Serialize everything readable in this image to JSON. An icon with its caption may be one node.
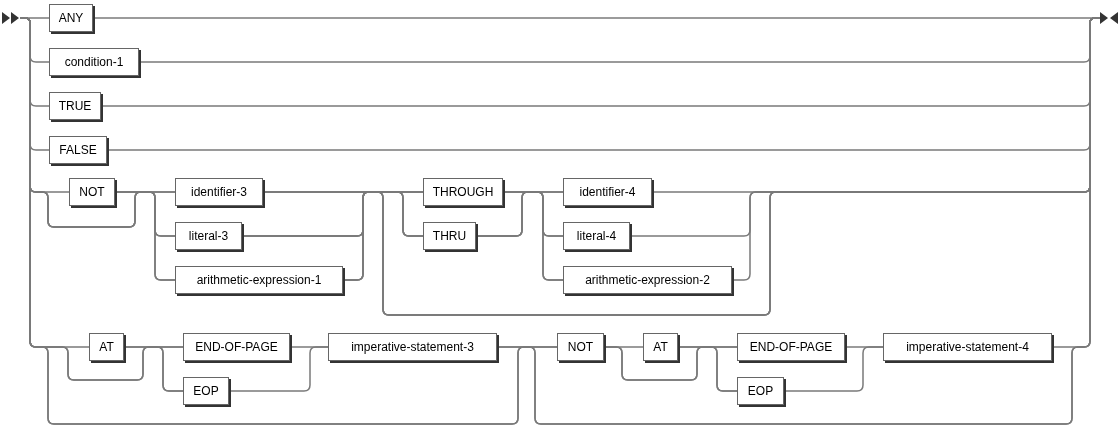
{
  "diagram": {
    "nodes": [
      {
        "text": [],
        "shape": "triangle"
      },
      {
        "text": [
          "ANY"
        ]
      },
      {
        "text": [
          "condition-1"
        ]
      },
      {
        "text": [
          "TRUE"
        ]
      },
      {
        "text": [
          "FALSE"
        ]
      },
      {
        "text": [
          "NOT"
        ]
      },
      {
        "text": [
          "identifier-3"
        ]
      },
      {
        "text": [
          "literal-3"
        ]
      },
      {
        "text": [
          "arithmetic-expression-1"
        ]
      },
      {
        "text": [
          "THROUGH"
        ]
      },
      {
        "text": [
          "THRU"
        ]
      },
      {
        "text": [
          "identifier-4"
        ]
      },
      {
        "text": [
          "literal-4"
        ]
      },
      {
        "text": [
          "arithmetic-expression-2"
        ]
      },
      {
        "text": [
          "AT"
        ]
      },
      {
        "text": [
          "END-OF-PAGE"
        ]
      },
      {
        "text": [
          "EOP"
        ]
      },
      {
        "text": [
          "imperative-statement-3"
        ]
      },
      {
        "text": [
          "NOT"
        ]
      },
      {
        "text": [
          "AT"
        ]
      },
      {
        "text": [
          "END-OF-PAGE"
        ]
      },
      {
        "text": [
          "EOP"
        ]
      },
      {
        "text": [
          "imperative-statement-4"
        ]
      },
      {
        "text": [],
        "shape": "triangle"
      }
    ],
    "edges": [
      {
        "from": 0,
        "to": 1,
        "arrow": "none"
      },
      {
        "from": 0,
        "to": 2,
        "arrow": "none"
      },
      {
        "from": 0,
        "to": 3,
        "arrow": "none"
      },
      {
        "from": 0,
        "to": 4,
        "arrow": "none"
      },
      {
        "from": 1,
        "to": 23,
        "arrow": "none"
      },
      {
        "from": 2,
        "to": 23,
        "arrow": "none"
      },
      {
        "from": 3,
        "to": 23,
        "arrow": "none"
      },
      {
        "from": 4,
        "to": 23,
        "arrow": "none"
      },
      {
        "from": 0,
        "to": 5,
        "arrow": "none"
      },
      {
        "from": 0,
        "to": 6,
        "arrow": "none"
      },
      {
        "from": 0,
        "to": 7,
        "arrow": "none"
      },
      {
        "from": 0,
        "to": 8,
        "arrow": "none"
      },
      {
        "from": 5,
        "to": 6,
        "arrow": "none"
      },
      {
        "from": 5,
        "to": 7,
        "arrow": "none"
      },
      {
        "from": 5,
        "to": 8,
        "arrow": "none"
      },
      {
        "from": 6,
        "to": 9,
        "arrow": "none"
      },
      {
        "from": 6,
        "to": 10,
        "arrow": "none"
      },
      {
        "from": 7,
        "to": 9,
        "arrow": "none"
      },
      {
        "from": 7,
        "to": 10,
        "arrow": "none"
      },
      {
        "from": 8,
        "to": 9,
        "arrow": "none"
      },
      {
        "from": 8,
        "to": 10,
        "arrow": "none"
      },
      {
        "from": 6,
        "to": 23,
        "arrow": "none"
      },
      {
        "from": 7,
        "to": 23,
        "arrow": "none"
      },
      {
        "from": 8,
        "to": 23,
        "arrow": "none"
      },
      {
        "from": 9,
        "to": 11,
        "arrow": "none"
      },
      {
        "from": 9,
        "to": 12,
        "arrow": "none"
      },
      {
        "from": 9,
        "to": 13,
        "arrow": "none"
      },
      {
        "from": 10,
        "to": 11,
        "arrow": "none"
      },
      {
        "from": 10,
        "to": 12,
        "arrow": "none"
      },
      {
        "from": 10,
        "to": 13,
        "arrow": "none"
      },
      {
        "from": 11,
        "to": 23,
        "arrow": "none"
      },
      {
        "from": 12,
        "to": 23,
        "arrow": "none"
      },
      {
        "from": 13,
        "to": 23,
        "arrow": "none"
      },
      {
        "from": 0,
        "to": 14,
        "arrow": "none"
      },
      {
        "from": 0,
        "to": 15,
        "arrow": "none"
      },
      {
        "from": 0,
        "to": 16,
        "arrow": "none"
      },
      {
        "from": 14,
        "to": 15,
        "arrow": "none"
      },
      {
        "from": 14,
        "to": 16,
        "arrow": "none"
      },
      {
        "from": 15,
        "to": 17,
        "arrow": "none"
      },
      {
        "from": 16,
        "to": 17,
        "arrow": "none"
      },
      {
        "from": 17,
        "to": 18,
        "arrow": "none"
      },
      {
        "from": 17,
        "to": 23,
        "arrow": "none"
      },
      {
        "from": 0,
        "to": 18,
        "arrow": "none"
      },
      {
        "from": 0,
        "to": 23,
        "arrow": "none"
      },
      {
        "from": 18,
        "to": 19,
        "arrow": "none"
      },
      {
        "from": 18,
        "to": 20,
        "arrow": "none"
      },
      {
        "from": 18,
        "to": 21,
        "arrow": "none"
      },
      {
        "from": 19,
        "to": 20,
        "arrow": "none"
      },
      {
        "from": 19,
        "to": 21,
        "arrow": "none"
      },
      {
        "from": 20,
        "to": 22,
        "arrow": "none"
      },
      {
        "from": 21,
        "to": 22,
        "arrow": "none"
      },
      {
        "from": 22,
        "to": 23,
        "arrow": "none"
      }
    ]
  }
}
